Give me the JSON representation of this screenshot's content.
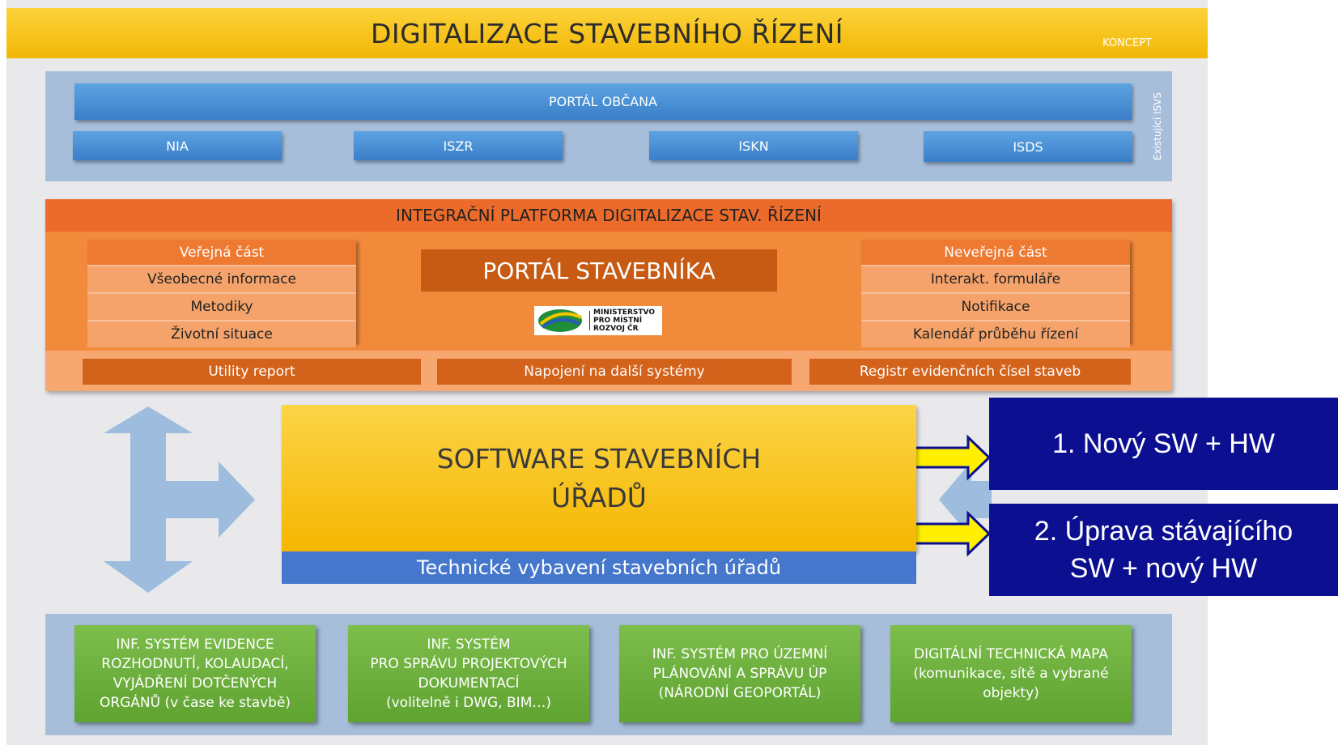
{
  "header": {
    "title": "DIGITALIZACE STAVEBNÍHO ŘÍZENÍ",
    "tag": "KONCEPT"
  },
  "top": {
    "portal": "PORTÁL OBČANA",
    "systems": [
      "NIA",
      "ISZR",
      "ISKN",
      "ISDS"
    ],
    "side_label": "Existující ISVS"
  },
  "platform": {
    "title": "INTEGRAČNÍ PLATFORMA DIGITALIZACE STAV. ŘÍZENÍ",
    "public": {
      "header": "Veřejná část",
      "items": [
        "Všeobecné informace",
        "Metodiky",
        "Životní situace"
      ]
    },
    "portal": "PORTÁL STAVEBNÍKA",
    "logo_text": [
      "MINISTERSTVO",
      "PRO MÍSTNÍ",
      "ROZVOJ ČR"
    ],
    "private": {
      "header": "Neveřejná část",
      "items": [
        "Interakt. formuláře",
        "Notifikace",
        "Kalendář průběhu řízení"
      ]
    },
    "band": [
      "Utility report",
      "Napojení na další systémy",
      "Registr evidenčních čísel staveb"
    ]
  },
  "software": {
    "line1": "SOFTWARE STAVEBNÍCH",
    "line2": "ÚŘADŮ",
    "tech": "Technické vybavení stavebních úřadů"
  },
  "options": [
    {
      "lines": [
        "1. Nový SW + HW"
      ]
    },
    {
      "lines": [
        "2. Úprava stávajícího",
        "SW + nový HW"
      ]
    }
  ],
  "bottom": [
    {
      "lines": [
        "INF. SYSTÉM EVIDENCE",
        "ROZHODNUTÍ, KOLAUDACÍ,",
        "VYJÁDŘENÍ  DOTČENÝCH",
        "ORGÁNŮ (v čase ke stavbě)"
      ]
    },
    {
      "lines": [
        "INF. SYSTÉM",
        "PRO SPRÁVU PROJEKTOVÝCH",
        "DOKUMENTACÍ",
        "(volitelně i DWG,  BIM…)"
      ]
    },
    {
      "lines": [
        "INF. SYSTÉM PRO ÚZEMNÍ",
        "PLÁNOVÁNÍ  A SPRÁVU ÚP",
        "(NÁRODNÍ GEOPORTÁL)"
      ]
    },
    {
      "lines": [
        "DIGITÁLNÍ TECHNICKÁ MAPA",
        "(komunikace, sítě a vybrané",
        "objekty)"
      ]
    }
  ],
  "colors": {
    "header": "#f5b800",
    "orange": "#ec6b2a",
    "blue": "#3a7fc8",
    "green": "#6aaf3a",
    "navy": "#0c1090",
    "arrow": "#8fb4dc",
    "yellow_arrow": "#ffef00"
  }
}
